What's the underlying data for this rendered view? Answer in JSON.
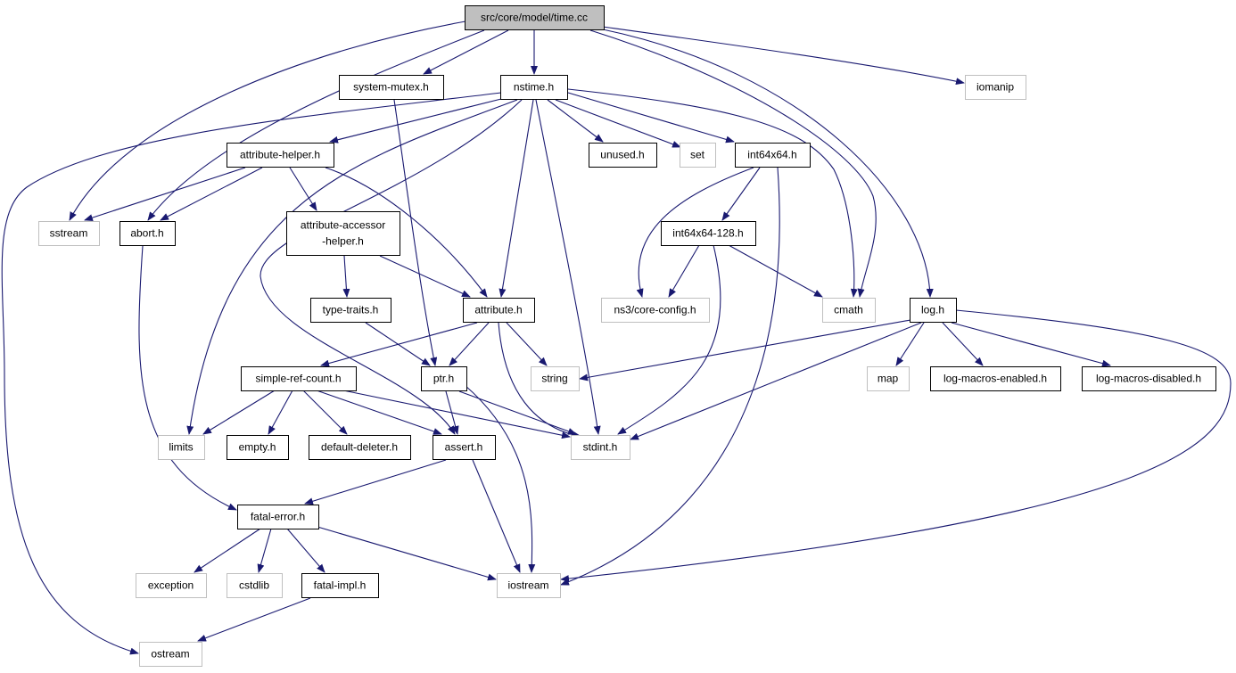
{
  "diagram": {
    "type": "include-dependency-graph",
    "colors": {
      "edge": "#191970",
      "border_local": "#000000",
      "border_external": "#bfbfbf",
      "fill_root": "#bfbfbf",
      "fill_default": "#ffffff",
      "text": "#000000"
    },
    "nodes": [
      {
        "id": "time-cc",
        "label": [
          "src/core/model/time.cc"
        ],
        "kind": "root"
      },
      {
        "id": "system-mutex-h",
        "label": [
          "system-mutex.h"
        ],
        "kind": "local"
      },
      {
        "id": "nstime-h",
        "label": [
          "nstime.h"
        ],
        "kind": "local"
      },
      {
        "id": "iomanip",
        "label": [
          "iomanip"
        ],
        "kind": "external"
      },
      {
        "id": "attribute-helper-h",
        "label": [
          "attribute-helper.h"
        ],
        "kind": "local"
      },
      {
        "id": "unused-h",
        "label": [
          "unused.h"
        ],
        "kind": "local"
      },
      {
        "id": "set",
        "label": [
          "set"
        ],
        "kind": "external"
      },
      {
        "id": "int64x64-h",
        "label": [
          "int64x64.h"
        ],
        "kind": "local"
      },
      {
        "id": "sstream",
        "label": [
          "sstream"
        ],
        "kind": "external"
      },
      {
        "id": "abort-h",
        "label": [
          "abort.h"
        ],
        "kind": "local"
      },
      {
        "id": "attribute-accessor-helper-h",
        "label": [
          "attribute-accessor",
          "-helper.h"
        ],
        "kind": "local"
      },
      {
        "id": "int64x64-128-h",
        "label": [
          "int64x64-128.h"
        ],
        "kind": "local"
      },
      {
        "id": "ns3-core-config-h",
        "label": [
          "ns3/core-config.h"
        ],
        "kind": "external"
      },
      {
        "id": "cmath",
        "label": [
          "cmath"
        ],
        "kind": "external"
      },
      {
        "id": "log-h",
        "label": [
          "log.h"
        ],
        "kind": "local"
      },
      {
        "id": "type-traits-h",
        "label": [
          "type-traits.h"
        ],
        "kind": "local"
      },
      {
        "id": "attribute-h",
        "label": [
          "attribute.h"
        ],
        "kind": "local"
      },
      {
        "id": "simple-ref-count-h",
        "label": [
          "simple-ref-count.h"
        ],
        "kind": "local"
      },
      {
        "id": "ptr-h",
        "label": [
          "ptr.h"
        ],
        "kind": "local"
      },
      {
        "id": "string",
        "label": [
          "string"
        ],
        "kind": "external"
      },
      {
        "id": "map",
        "label": [
          "map"
        ],
        "kind": "external"
      },
      {
        "id": "log-macros-enabled-h",
        "label": [
          "log-macros-enabled.h"
        ],
        "kind": "local"
      },
      {
        "id": "log-macros-disabled-h",
        "label": [
          "log-macros-disabled.h"
        ],
        "kind": "local"
      },
      {
        "id": "limits",
        "label": [
          "limits"
        ],
        "kind": "external"
      },
      {
        "id": "empty-h",
        "label": [
          "empty.h"
        ],
        "kind": "local"
      },
      {
        "id": "default-deleter-h",
        "label": [
          "default-deleter.h"
        ],
        "kind": "local"
      },
      {
        "id": "assert-h",
        "label": [
          "assert.h"
        ],
        "kind": "local"
      },
      {
        "id": "stdint-h",
        "label": [
          "stdint.h"
        ],
        "kind": "external"
      },
      {
        "id": "fatal-error-h",
        "label": [
          "fatal-error.h"
        ],
        "kind": "local"
      },
      {
        "id": "exception",
        "label": [
          "exception"
        ],
        "kind": "external"
      },
      {
        "id": "cstdlib",
        "label": [
          "cstdlib"
        ],
        "kind": "external"
      },
      {
        "id": "fatal-impl-h",
        "label": [
          "fatal-impl.h"
        ],
        "kind": "local"
      },
      {
        "id": "iostream",
        "label": [
          "iostream"
        ],
        "kind": "external"
      },
      {
        "id": "ostream",
        "label": [
          "ostream"
        ],
        "kind": "external"
      }
    ],
    "edges": [
      {
        "from": "time-cc",
        "to": "system-mutex-h"
      },
      {
        "from": "time-cc",
        "to": "nstime-h"
      },
      {
        "from": "time-cc",
        "to": "iomanip"
      },
      {
        "from": "time-cc",
        "to": "sstream"
      },
      {
        "from": "time-cc",
        "to": "abort-h"
      },
      {
        "from": "time-cc",
        "to": "cmath"
      },
      {
        "from": "time-cc",
        "to": "log-h"
      },
      {
        "from": "system-mutex-h",
        "to": "ptr-h"
      },
      {
        "from": "nstime-h",
        "to": "attribute-helper-h"
      },
      {
        "from": "nstime-h",
        "to": "unused-h"
      },
      {
        "from": "nstime-h",
        "to": "set"
      },
      {
        "from": "nstime-h",
        "to": "int64x64-h"
      },
      {
        "from": "nstime-h",
        "to": "cmath"
      },
      {
        "from": "nstime-h",
        "to": "attribute-h"
      },
      {
        "from": "nstime-h",
        "to": "stdint-h"
      },
      {
        "from": "nstime-h",
        "to": "limits"
      },
      {
        "from": "nstime-h",
        "to": "assert-h"
      },
      {
        "from": "nstime-h",
        "to": "ostream"
      },
      {
        "from": "attribute-helper-h",
        "to": "sstream"
      },
      {
        "from": "attribute-helper-h",
        "to": "abort-h"
      },
      {
        "from": "attribute-helper-h",
        "to": "attribute-accessor-helper-h"
      },
      {
        "from": "attribute-helper-h",
        "to": "attribute-h"
      },
      {
        "from": "int64x64-h",
        "to": "int64x64-128-h"
      },
      {
        "from": "int64x64-h",
        "to": "ns3-core-config-h"
      },
      {
        "from": "int64x64-h",
        "to": "iostream"
      },
      {
        "from": "int64x64-128-h",
        "to": "ns3-core-config-h"
      },
      {
        "from": "int64x64-128-h",
        "to": "cmath"
      },
      {
        "from": "int64x64-128-h",
        "to": "stdint-h"
      },
      {
        "from": "abort-h",
        "to": "fatal-error-h"
      },
      {
        "from": "attribute-accessor-helper-h",
        "to": "type-traits-h"
      },
      {
        "from": "attribute-accessor-helper-h",
        "to": "attribute-h"
      },
      {
        "from": "type-traits-h",
        "to": "ptr-h"
      },
      {
        "from": "attribute-h",
        "to": "simple-ref-count-h"
      },
      {
        "from": "attribute-h",
        "to": "ptr-h"
      },
      {
        "from": "attribute-h",
        "to": "string"
      },
      {
        "from": "attribute-h",
        "to": "stdint-h"
      },
      {
        "from": "log-h",
        "to": "string"
      },
      {
        "from": "log-h",
        "to": "map"
      },
      {
        "from": "log-h",
        "to": "log-macros-enabled-h"
      },
      {
        "from": "log-h",
        "to": "log-macros-disabled-h"
      },
      {
        "from": "log-h",
        "to": "stdint-h"
      },
      {
        "from": "log-h",
        "to": "iostream"
      },
      {
        "from": "simple-ref-count-h",
        "to": "limits"
      },
      {
        "from": "simple-ref-count-h",
        "to": "empty-h"
      },
      {
        "from": "simple-ref-count-h",
        "to": "default-deleter-h"
      },
      {
        "from": "simple-ref-count-h",
        "to": "assert-h"
      },
      {
        "from": "simple-ref-count-h",
        "to": "stdint-h"
      },
      {
        "from": "ptr-h",
        "to": "assert-h"
      },
      {
        "from": "ptr-h",
        "to": "stdint-h"
      },
      {
        "from": "ptr-h",
        "to": "iostream"
      },
      {
        "from": "assert-h",
        "to": "fatal-error-h"
      },
      {
        "from": "assert-h",
        "to": "iostream"
      },
      {
        "from": "fatal-error-h",
        "to": "exception"
      },
      {
        "from": "fatal-error-h",
        "to": "cstdlib"
      },
      {
        "from": "fatal-error-h",
        "to": "fatal-impl-h"
      },
      {
        "from": "fatal-error-h",
        "to": "iostream"
      },
      {
        "from": "fatal-impl-h",
        "to": "ostream"
      }
    ]
  }
}
